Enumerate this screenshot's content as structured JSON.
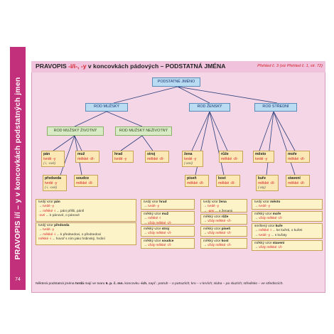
{
  "sidebar": {
    "title": "PRAVOPIS i/í – y v koncovkách podstatných jmen",
    "page_number": "74"
  },
  "header": {
    "title_a": "PRAVOPIS ",
    "title_b": "-i/í-, -y",
    "title_c": " v koncovkách pádových – PODSTATNÁ JMÉNA",
    "reference": "Přehled č. 3 (viz Přehled č. 1, str. 72)"
  },
  "tree": {
    "root": "PODSTATNÉ JMÉNO",
    "genders": [
      "ROD MUŽSKÝ",
      "ROD ŽENSKÝ",
      "ROD STŘEDNÍ"
    ],
    "animate": [
      "ROD MUŽSKÝ ŽIVOTNÝ",
      "ROD MUŽSKÝ NEŽIVOTNÝ"
    ]
  },
  "words": [
    {
      "w": "pán",
      "r": "tvrdé -y",
      "r2": "(-i, -ové)"
    },
    {
      "w": "muž",
      "r": "měkké -i/í-"
    },
    {
      "w": "hrad",
      "r": "tvrdé -y"
    },
    {
      "w": "stroj",
      "r": "měkké -i/í-"
    },
    {
      "w": "předseda",
      "r": "tvrdé -y",
      "r2": "(-i, -ové)"
    },
    {
      "w": "soudce",
      "r": "měkké -i/í-"
    },
    {
      "w": "žena",
      "r": "tvrdé -y",
      "r2": "(-ami)"
    },
    {
      "w": "růže",
      "r": "měkké -i/í-"
    },
    {
      "w": "píseň",
      "r": "měkké -i/í-"
    },
    {
      "w": "kost",
      "r": "měkké -i/í-"
    },
    {
      "w": "město",
      "r": "tvrdé -y"
    },
    {
      "w": "moře",
      "r": "měkké -i/í-"
    },
    {
      "w": "kuře",
      "r": "měkké -i/í-",
      "r2": "(-aty)"
    },
    {
      "w": "stavení",
      "r": "měkké -i/í-"
    }
  ],
  "examples": {
    "col1": [
      {
        "head_a": "tvrdý vzor ",
        "head_b": "pán",
        "lines": [
          {
            "a": "→ ",
            "b": "tvrdé -y"
          },
          {
            "a": "→ ",
            "b": "měkké -i",
            "c": " ... páni přišli, páníl"
          },
          {
            "a": "",
            "b": "-ové",
            "c": " ... k pánové, o pánové"
          }
        ]
      },
      {
        "head_a": "tvrdý vzor ",
        "head_b": "předseda",
        "lines": [
          {
            "a": "→ ",
            "b": "tvrdé -y"
          },
          {
            "a": "→ ",
            "b": "měkké -i",
            "c": " ... k předsedovi, o předsedovi"
          },
          {
            "a": "",
            "b": "měkké -i",
            "c": " ... hovoř s ním jako hrdinský, hrdiní"
          }
        ]
      }
    ],
    "col2": [
      {
        "head_a": "tvrdý vzor ",
        "head_b": "hrad",
        "lines": [
          {
            "a": "→ ",
            "b": "tvrdé -y"
          }
        ]
      },
      {
        "head_a": "měkký vzor ",
        "head_b": "muž",
        "lines": [
          {
            "a": "→ ",
            "b": "měkké -i"
          },
          {
            "a": "→ ",
            "b": "vždy měkké -i/í-"
          }
        ]
      },
      {
        "head_a": "měkký vzor ",
        "head_b": "stroj",
        "lines": [
          {
            "a": "→ ",
            "b": "vždy měkké -i/í-"
          }
        ]
      },
      {
        "head_a": "měkký vzor ",
        "head_b": "soudce",
        "lines": [
          {
            "a": "→ ",
            "b": "vždy měkké -i/í-"
          }
        ]
      }
    ],
    "col3": [
      {
        "head_a": "tvrdý vzor ",
        "head_b": "žena",
        "lines": [
          {
            "a": "→ ",
            "b": "tvrdé -y"
          },
          {
            "a": "→ ",
            "b": "-ami",
            "c": " ... s ženami"
          }
        ]
      },
      {
        "head_a": "měkký vzor ",
        "head_b": "růže",
        "lines": [
          {
            "a": "→ ",
            "b": "vždy měkké -i/í-"
          }
        ]
      },
      {
        "head_a": "měkký vzor ",
        "head_b": "píseň",
        "lines": [
          {
            "a": "→ ",
            "b": "vždy měkké -i/í-"
          }
        ]
      },
      {
        "head_a": "měkký vzor ",
        "head_b": "kost",
        "lines": [
          {
            "a": "→ ",
            "b": "vždy měkké -i/í-"
          }
        ]
      }
    ],
    "col4": [
      {
        "head_a": "tvrdý vzor ",
        "head_b": "město",
        "lines": [
          {
            "a": "→ ",
            "b": "tvrdé -y"
          }
        ]
      },
      {
        "head_a": "měkký vzor ",
        "head_b": "moře",
        "lines": [
          {
            "a": "→ ",
            "b": "vždy měkké -i/í-"
          }
        ]
      },
      {
        "head_a": "smíšený vzor ",
        "head_b": "kuře",
        "lines": [
          {
            "a": "→ ",
            "b": "měkké -i",
            "c": " ... ke kuřeti, o kuřeti"
          },
          {
            "a": "→ ",
            "b": "tvrdé -y",
            "c": " ... s kuřaty"
          }
        ]
      },
      {
        "head_a": "měkký vzor ",
        "head_b": "stavení",
        "lines": [
          {
            "a": "→ ",
            "b": "vždy měkké -i/í-"
          }
        ]
      }
    ]
  },
  "note": {
    "a": "Některá podstatná jména ",
    "b": "tvrdá",
    "c": " mají ve tvaru ",
    "d": "6. p. č. mn.",
    "e": " koncovku ",
    "f": "-ích",
    "g": ", např.: potruh – o potruzích; kro – v krvích; sluha – po sluzích; středisko – ve střediscích."
  },
  "colors": {
    "sidebar": "#c22f7a",
    "panel": "#f4d6e6",
    "accent_red": "#d5202a"
  }
}
